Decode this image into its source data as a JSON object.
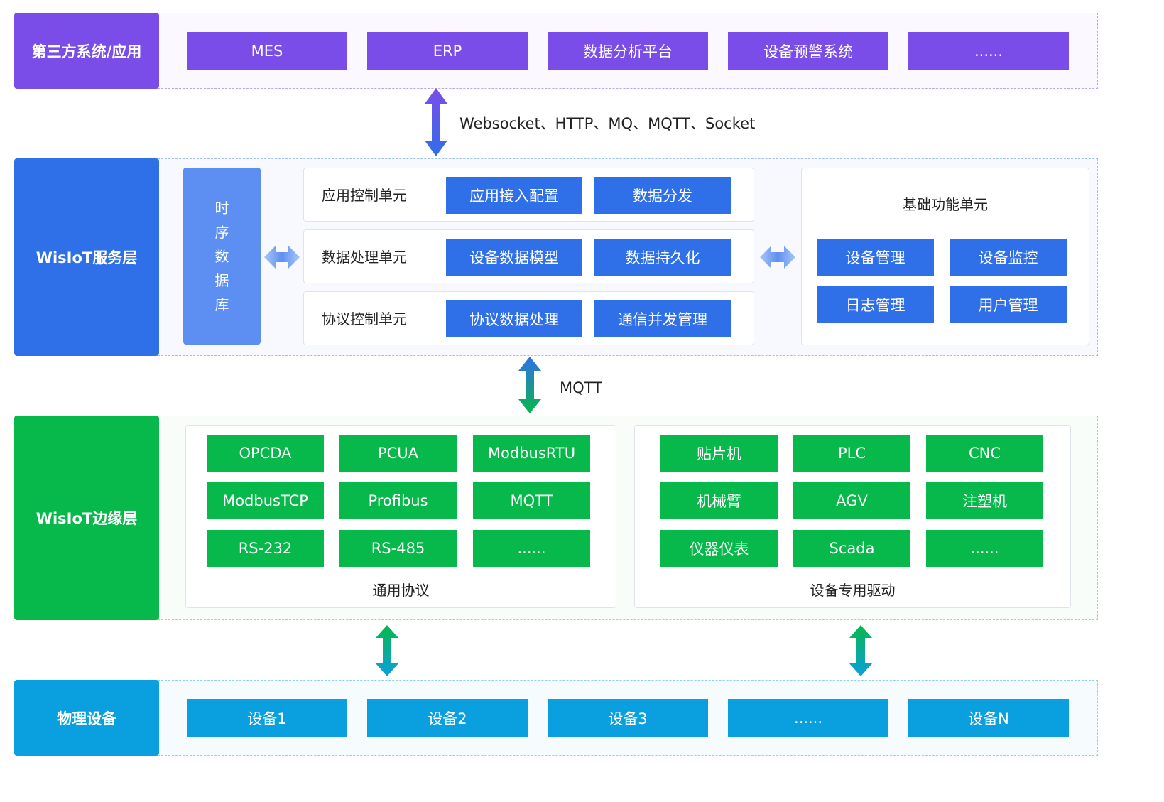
{
  "layers": {
    "third_party": {
      "label": "第三方系统/应用",
      "items": [
        "MES",
        "ERP",
        "数据分析平台",
        "设备预警系统",
        "......"
      ]
    },
    "link_top": {
      "label": "Websocket、HTTP、MQ、MQTT、Socket"
    },
    "service": {
      "label": "WisIoT服务层",
      "tsdb_chars": [
        "时",
        "序",
        "数",
        "据",
        "库"
      ],
      "units": [
        {
          "name": "应用控制单元",
          "items": [
            "应用接入配置",
            "数据分发"
          ]
        },
        {
          "name": "数据处理单元",
          "items": [
            "设备数据模型",
            "数据持久化"
          ]
        },
        {
          "name": "协议控制单元",
          "items": [
            "协议数据处理",
            "通信并发管理"
          ]
        }
      ],
      "basic": {
        "title": "基础功能单元",
        "items": [
          "设备管理",
          "设备监控",
          "日志管理",
          "用户管理"
        ]
      }
    },
    "link_mid": {
      "label": "MQTT"
    },
    "edge": {
      "label": "WisIoT边缘层",
      "protocols": {
        "title": "通用协议",
        "items": [
          "OPCDA",
          "PCUA",
          "ModbusRTU",
          "ModbusTCP",
          "Profibus",
          "MQTT",
          "RS-232",
          "RS-485",
          "......"
        ]
      },
      "drivers": {
        "title": "设备专用驱动",
        "items": [
          "贴片机",
          "PLC",
          "CNC",
          "机械臂",
          "AGV",
          "注塑机",
          "仪器仪表",
          "Scada",
          "......"
        ]
      }
    },
    "physical": {
      "label": "物理设备",
      "items": [
        "设备1",
        "设备2",
        "设备3",
        "......",
        "设备N"
      ]
    }
  },
  "colors": {
    "purple": "#7b4de8",
    "blue": "#2f6fe8",
    "green": "#07b84a",
    "cyan": "#0aa0df"
  }
}
